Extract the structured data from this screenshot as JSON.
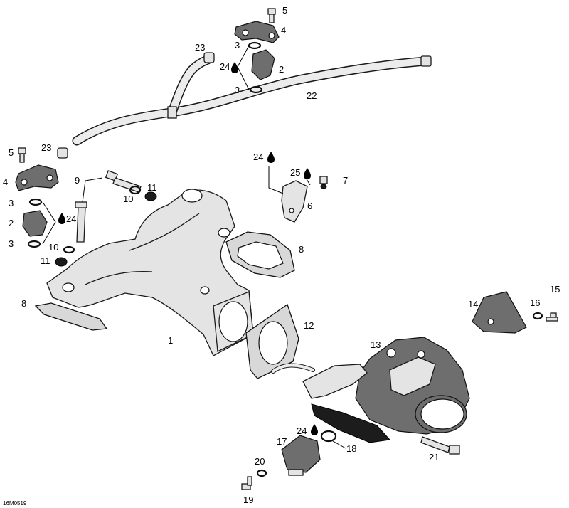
{
  "callouts": {
    "c1": "1",
    "c2a": "2",
    "c2b": "2",
    "c3a": "3",
    "c3b": "3",
    "c3c": "3",
    "c3d": "3",
    "c4a": "4",
    "c4b": "4",
    "c5a": "5",
    "c5b": "5",
    "c6": "6",
    "c7": "7",
    "c8a": "8",
    "c8b": "8",
    "c9": "9",
    "c10a": "10",
    "c10b": "10",
    "c11a": "11",
    "c11b": "11",
    "c12": "12",
    "c13": "13",
    "c14": "14",
    "c15": "15",
    "c16": "16",
    "c17": "17",
    "c18": "18",
    "c19": "19",
    "c20": "20",
    "c21": "21",
    "c22": "22",
    "c23a": "23",
    "c23b": "23",
    "c24a": "24",
    "c24b": "24",
    "c24c": "24",
    "c24d": "24",
    "c25": "25"
  },
  "diagram_code": "16M0519"
}
